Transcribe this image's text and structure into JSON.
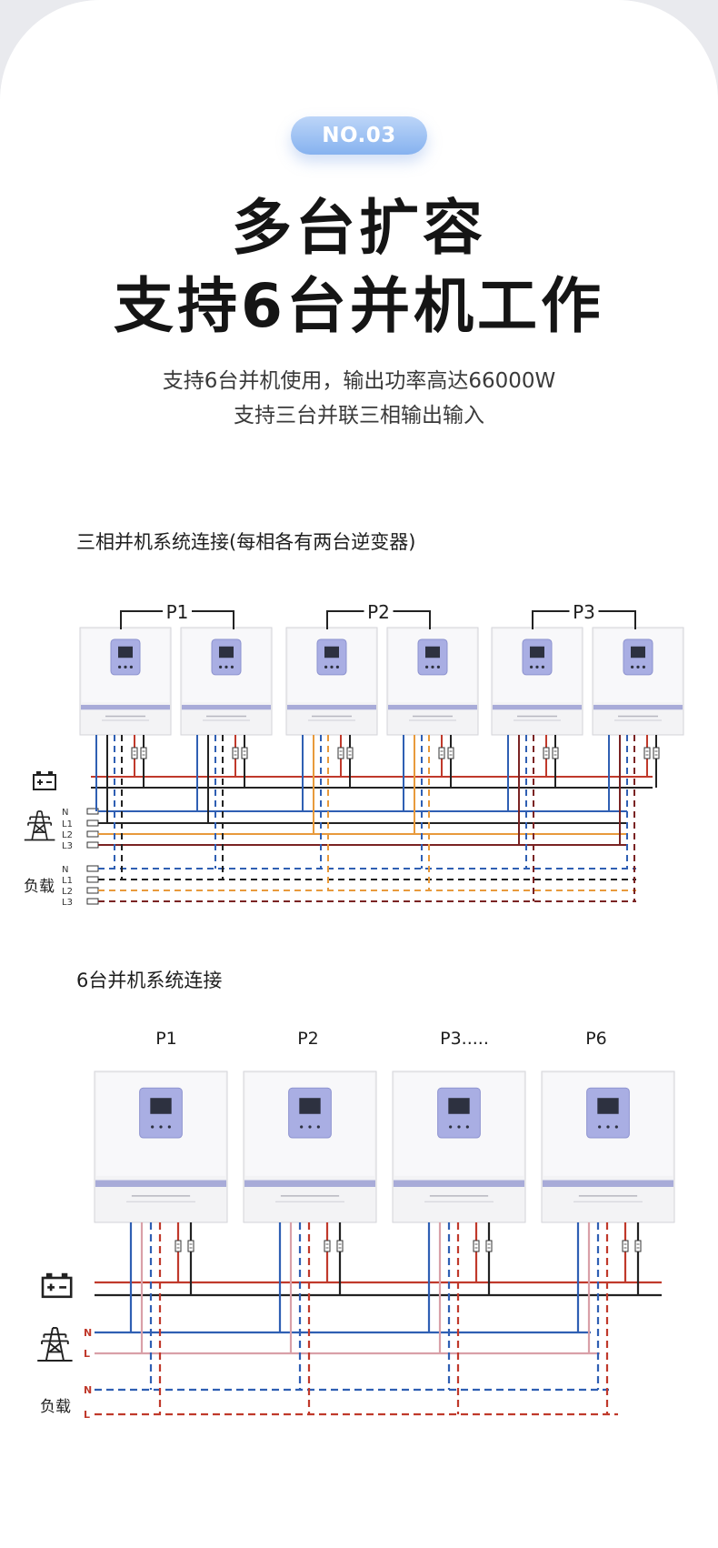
{
  "badge": "NO.03",
  "title_line1": "多台扩容",
  "title_line2": "支持6台并机工作",
  "subtitle_line1": "支持6台并机使用，输出功率高达66000W",
  "subtitle_line2": "支持三台并联三相输出输入",
  "section1": {
    "title": "三相并机系统连接(每相各有两台逆变器)",
    "groups": [
      "P1",
      "P2",
      "P3"
    ],
    "grid_labels": [
      "N",
      "L1",
      "L2",
      "L3"
    ],
    "load_labels": [
      "N",
      "L1",
      "L2",
      "L3"
    ],
    "load_title": "负载",
    "icons": [
      "battery-icon",
      "power-tower-icon"
    ]
  },
  "section2": {
    "title": "6台并机系统连接",
    "units": [
      "P1",
      "P2",
      "P3.....",
      "P6"
    ],
    "grid_labels": [
      "N",
      "L"
    ],
    "load_labels": [
      "N",
      "L"
    ],
    "load_title": "负载",
    "icons": [
      "battery-icon",
      "power-tower-icon"
    ]
  },
  "colors": {
    "badge": "#8fb6f0",
    "red_wire": "#c0392b",
    "black_wire": "#222222",
    "blue_wire": "#2f5fb3",
    "orange_wire": "#e89a3c",
    "darkred_wire": "#7a2323",
    "pink_wire": "#d9a0a8",
    "panel_screen": "#a9aee3"
  }
}
